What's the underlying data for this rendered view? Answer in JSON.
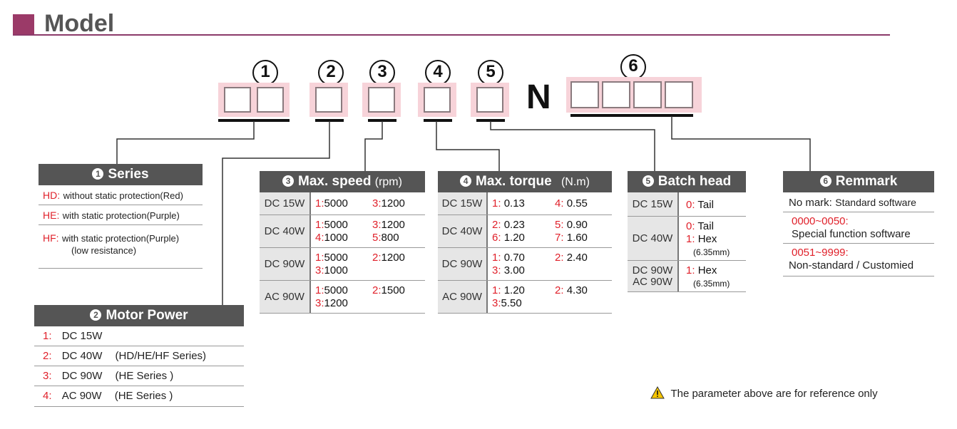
{
  "title": "Model",
  "code_numbers": [
    "1",
    "2",
    "3",
    "4",
    "5",
    "6"
  ],
  "code_letter": "N",
  "series": {
    "num": "1",
    "title": "Series",
    "items": [
      {
        "code": "HD:",
        "desc": "without static protection(Red)"
      },
      {
        "code": "HE:",
        "desc": "with static protection(Purple)"
      },
      {
        "code": "HF:",
        "desc": "with static protection(Purple)",
        "desc2": "(low resistance)"
      }
    ]
  },
  "motor_power": {
    "num": "2",
    "title": "Motor Power",
    "items": [
      {
        "code": "1:",
        "value": "DC 15W",
        "note": ""
      },
      {
        "code": "2:",
        "value": "DC 40W",
        "note": "(HD/HE/HF Series)"
      },
      {
        "code": "3:",
        "value": "DC 90W",
        "note": "(HE Series )"
      },
      {
        "code": "4:",
        "value": "AC 90W",
        "note": "(HE Series )"
      }
    ]
  },
  "max_speed": {
    "num": "3",
    "title": "Max. speed",
    "unit": "(rpm)",
    "rows": [
      {
        "label": "DC 15W",
        "a_code": "1:",
        "a_val": "5000",
        "b_code": "3:",
        "b_val": "1200",
        "c_code": "",
        "c_val": "",
        "d_code": "",
        "d_val": ""
      },
      {
        "label": "DC 40W",
        "a_code": "1:",
        "a_val": "5000",
        "b_code": "3:",
        "b_val": "1200",
        "c_code": "4:",
        "c_val": "1000",
        "d_code": "5:",
        "d_val": "800"
      },
      {
        "label": "DC 90W",
        "a_code": "1:",
        "a_val": "5000",
        "b_code": "2:",
        "b_val": "1200",
        "c_code": "3:",
        "c_val": "1000",
        "d_code": "",
        "d_val": ""
      },
      {
        "label": "AC 90W",
        "a_code": "1:",
        "a_val": "5000",
        "b_code": "2:",
        "b_val": "1500",
        "c_code": "3:",
        "c_val": "1200",
        "d_code": "",
        "d_val": ""
      }
    ]
  },
  "max_torque": {
    "num": "4",
    "title": "Max. torque",
    "unit": "(N.m)",
    "rows": [
      {
        "label": "DC 15W",
        "a_code": "1:",
        "a_val": "0.13",
        "b_code": "4:",
        "b_val": "0.55",
        "c_code": "",
        "c_val": "",
        "d_code": "",
        "d_val": ""
      },
      {
        "label": "DC 40W",
        "a_code": "2:",
        "a_val": "0.23",
        "b_code": "5:",
        "b_val": "0.90",
        "c_code": "6:",
        "c_val": "1.20",
        "d_code": "7:",
        "d_val": "1.60"
      },
      {
        "label": "DC 90W",
        "a_code": "1:",
        "a_val": "0.70",
        "b_code": "2:",
        "b_val": "2.40",
        "c_code": "3:",
        "c_val": "3.00",
        "d_code": "",
        "d_val": ""
      },
      {
        "label": "AC 90W",
        "a_code": "1:",
        "a_val": "1.20",
        "b_code": "2:",
        "b_val": "4.30",
        "c_code": "3:",
        "c_val": "5.50",
        "d_code": "",
        "d_val": ""
      }
    ]
  },
  "batch_head": {
    "num": "5",
    "title": "Batch head",
    "rows": [
      {
        "label": "DC 15W",
        "label2": "",
        "l1_code": "0:",
        "l1_val": "Tail",
        "l2_code": "",
        "l2_val": "",
        "l2_note": ""
      },
      {
        "label": "DC 40W",
        "label2": "",
        "l1_code": "0:",
        "l1_val": "Tail",
        "l2_code": "1:",
        "l2_val": "Hex",
        "l2_note": "(6.35mm)"
      },
      {
        "label": "DC 90W",
        "label2": "AC 90W",
        "l1_code": "1:",
        "l1_val": "Hex",
        "l2_code": "",
        "l2_val": "",
        "l2_note": "(6.35mm)"
      }
    ]
  },
  "remark": {
    "num": "6",
    "title": "Remmark",
    "no_mark_label": "No mark:",
    "no_mark_value": "Standard software",
    "range1": "0000~0050:",
    "range1_desc": "Special function software",
    "range2": "0051~9999:",
    "range2_desc": "Non-standard / Customied"
  },
  "footnote": "The parameter above are for reference only",
  "colors": {
    "accent": "#9b3a68",
    "header_bg": "#555555",
    "code_red": "#e0202a",
    "box_pink": "#f7d3d9",
    "warning_yellow": "#f5c400"
  }
}
